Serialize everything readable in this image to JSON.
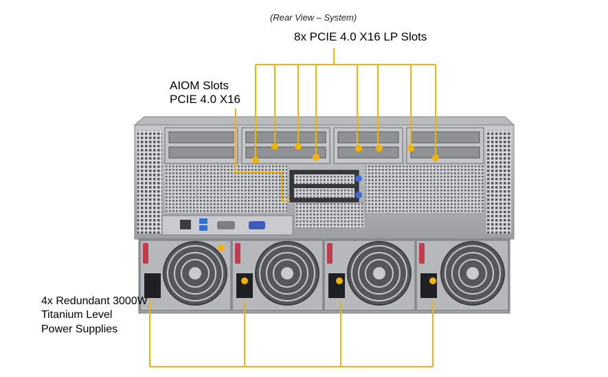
{
  "subtitle": "(Rear View – System)",
  "callouts": {
    "pcie": {
      "text": "8x PCIE 4.0 X16 LP Slots",
      "count": 8
    },
    "aiom": {
      "line1": "AIOM Slots",
      "line2": "PCIE 4.0 X16"
    },
    "psu": {
      "line1": "4x Redundant 3000W",
      "line2": "Titanium Level",
      "line3": "Power Supplies",
      "count": 4
    }
  },
  "colors": {
    "callout_line": "#f0b400",
    "chassis": "#a9abae",
    "chassis_dark": "#6f7175",
    "psu_handle": "#c23b4a",
    "vga_blue": "#3a5bb8",
    "usb_blue": "#2f6fd6"
  }
}
